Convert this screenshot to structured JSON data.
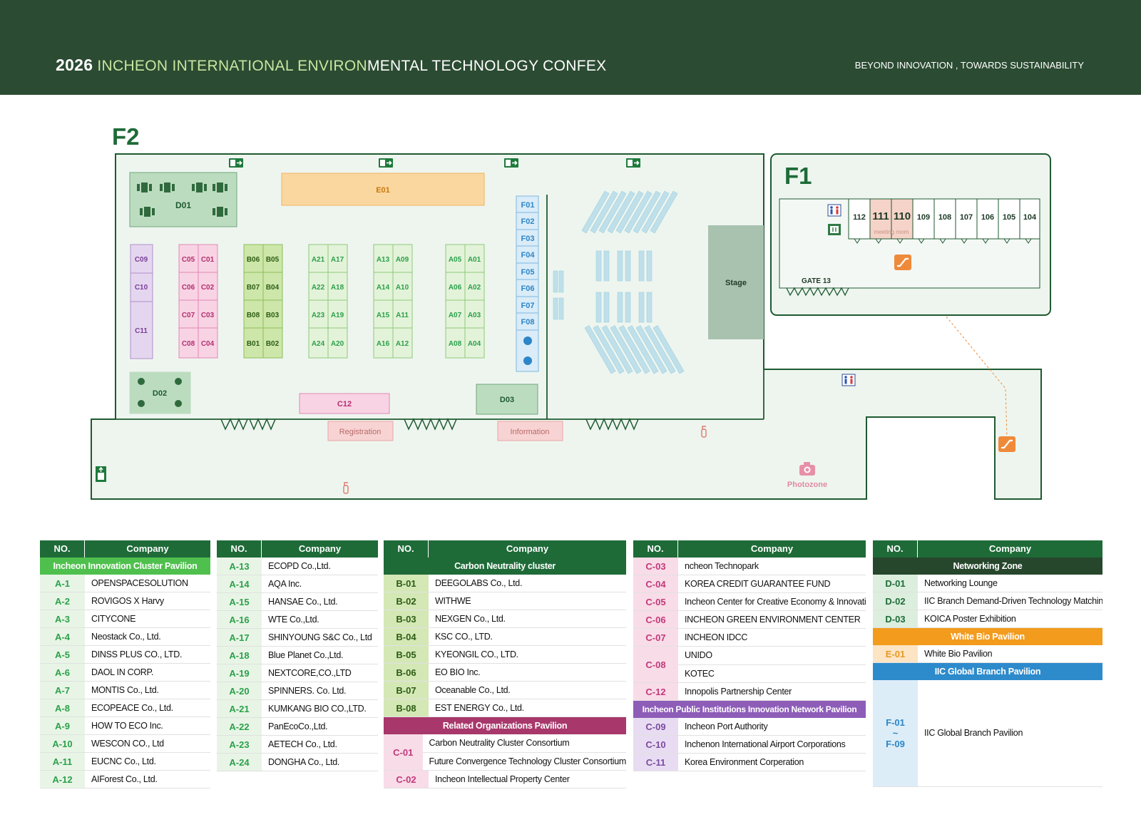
{
  "header": {
    "year": "2026",
    "title_highlight": "INCHEON INTERNATIONAL ENVIRON",
    "title_rest": "MENTAL TECHNOLOGY CONFEX",
    "slogan": "BEYOND INNOVATION , TOWARDS SUSTAINABILITY"
  },
  "map": {
    "floor2_label": "F2",
    "floor1_label": "F1",
    "booths": {
      "d01": "D01",
      "d02": "D02",
      "d03": "D03",
      "e01": "E01",
      "c12": "C12",
      "c09": "C09",
      "c10": "C10",
      "c11": "C11",
      "c05": "C05",
      "c01": "C01",
      "c06": "C06",
      "c02": "C02",
      "c07": "C07",
      "c03": "C03",
      "c08": "C08",
      "c04": "C04",
      "b06": "B06",
      "b05": "B05",
      "b07": "B07",
      "b04": "B04",
      "b08": "B08",
      "b03": "B03",
      "b01": "B01",
      "b02": "B02",
      "a21": "A21",
      "a17": "A17",
      "a22": "A22",
      "a18": "A18",
      "a23": "A23",
      "a19": "A19",
      "a24": "A24",
      "a20": "A20",
      "a13": "A13",
      "a09": "A09",
      "a14": "A14",
      "a10": "A10",
      "a15": "A15",
      "a11": "A11",
      "a16": "A16",
      "a12": "A12",
      "a05": "A05",
      "a01": "A01",
      "a06": "A06",
      "a02": "A02",
      "a07": "A07",
      "a03": "A03",
      "a08": "A08",
      "a04": "A04",
      "f01": "F01",
      "f02": "F02",
      "f03": "F03",
      "f04": "F04",
      "f05": "F05",
      "f06": "F06",
      "f07": "F07",
      "f08": "F08"
    },
    "stage": "Stage",
    "registration": "Registration",
    "information": "Information",
    "photozone": "Photozone",
    "gate13": "GATE 13",
    "meeting_room": "meeting room",
    "rooms": {
      "r112": "112",
      "r111": "111",
      "r110": "110",
      "r109": "109",
      "r108": "108",
      "r107": "107",
      "r106": "106",
      "r105": "105",
      "r104": "104"
    }
  },
  "colors": {
    "header_bg": "#2b4b32",
    "highlight": "#c8e6a0",
    "floor_fill": "#eef5ef",
    "floor_stroke": "#1e5a30",
    "booth_a": "#e3f3d9",
    "booth_b": "#cde6a9",
    "booth_c_pink": "#f8d3e4",
    "booth_c_purple": "#e4d6ef",
    "booth_f": "#d9ecf8",
    "booth_e": "#fbd7a0",
    "stage": "#a9c2b0",
    "orange": "#ef8a3a"
  },
  "legend": {
    "header_no": "NO.",
    "header_company": "Company",
    "col1": {
      "section": "Incheon Innovation Cluster Pavilion",
      "rows": [
        {
          "no": "A-1",
          "company": "OPENSPACESOLUTION"
        },
        {
          "no": "A-2",
          "company": "ROVIGOS X Harvy"
        },
        {
          "no": "A-3",
          "company": "CITYCONE"
        },
        {
          "no": "A-4",
          "company": "Neostack Co., Ltd."
        },
        {
          "no": "A-5",
          "company": "DINSS PLUS CO., LTD."
        },
        {
          "no": "A-6",
          "company": "DAOL IN CORP."
        },
        {
          "no": "A-7",
          "company": "MONTIS Co., Ltd."
        },
        {
          "no": "A-8",
          "company": "ECOPEACE Co., Ltd."
        },
        {
          "no": "A-9",
          "company": "HOW TO ECO Inc."
        },
        {
          "no": "A-10",
          "company": "WESCON CO., Ltd"
        },
        {
          "no": "A-11",
          "company": "EUCNC Co., Ltd."
        },
        {
          "no": "A-12",
          "company": "AIForest Co., Ltd."
        }
      ]
    },
    "col2": {
      "rows": [
        {
          "no": "A-13",
          "company": "ECOPD Co.,Ltd."
        },
        {
          "no": "A-14",
          "company": "AQA Inc."
        },
        {
          "no": "A-15",
          "company": "HANSAE Co., Ltd."
        },
        {
          "no": "A-16",
          "company": "WTE Co.,Ltd."
        },
        {
          "no": "A-17",
          "company": "SHINYOUNG S&C Co., Ltd"
        },
        {
          "no": "A-18",
          "company": "Blue Planet Co.,Ltd."
        },
        {
          "no": "A-19",
          "company": "NEXTCORE,CO.,LTD"
        },
        {
          "no": "A-20",
          "company": "SPINNERS. Co. Ltd."
        },
        {
          "no": "A-21",
          "company": "KUMKANG BIO CO.,LTD."
        },
        {
          "no": "A-22",
          "company": "PanEcoCo.,Ltd."
        },
        {
          "no": "A-23",
          "company": "AETECH Co., Ltd."
        },
        {
          "no": "A-24",
          "company": "DONGHA Co., Ltd."
        }
      ]
    },
    "col3": {
      "section1": "Carbon Neutrality cluster",
      "rows": [
        {
          "no": "B-01",
          "company": "DEEGOLABS Co., Ltd."
        },
        {
          "no": "B-02",
          "company": "WITHWE"
        },
        {
          "no": "B-03",
          "company": "NEXGEN Co., Ltd."
        },
        {
          "no": "B-04",
          "company": "KSC CO., LTD."
        },
        {
          "no": "B-05",
          "company": "KYEONGIL CO., LTD."
        },
        {
          "no": "B-06",
          "company": "EO BIO Inc."
        },
        {
          "no": "B-07",
          "company": "Oceanable Co., Ltd."
        },
        {
          "no": "B-08",
          "company": "EST ENERGY Co., Ltd."
        }
      ],
      "section2": "Related Organizations Pavilion",
      "c01_no": "C-01",
      "c01_a": "Carbon Neutrality Cluster Consortium",
      "c01_b": "Future Convergence Technology Cluster Consortium",
      "c02_no": "C-02",
      "c02": "Incheon Intellectual Property Center"
    },
    "col4": {
      "rows": [
        {
          "no": "C-03",
          "company": "ncheon Technopark"
        },
        {
          "no": "C-04",
          "company": "KOREA CREDIT GUARANTEE FUND"
        },
        {
          "no": "C-05",
          "company": "Incheon Center for Creative Economy & Innovation"
        },
        {
          "no": "C-06",
          "company": "INCHEON GREEN ENVIRONMENT CENTER"
        },
        {
          "no": "C-07",
          "company": "INCHEON IDCC"
        }
      ],
      "c08_no": "C-08",
      "c08_a": "UNIDO",
      "c08_b": "KOTEC",
      "c12_no": "C-12",
      "c12": "Innopolis Partnership Center",
      "section": "Incheon Public Institutions Innovation Network Pavilion",
      "rows2": [
        {
          "no": "C-09",
          "company": "Incheon Port Authority"
        },
        {
          "no": "C-10",
          "company": "Inchenon International Airport Corporations"
        },
        {
          "no": "C-11",
          "company": "Korea Environment Corperation"
        }
      ]
    },
    "col5": {
      "section1": "Networking Zone",
      "rows": [
        {
          "no": "D-01",
          "company": "Networking Lounge"
        },
        {
          "no": "D-02",
          "company": "IIC Branch Demand-Driven Technology Matching"
        },
        {
          "no": "D-03",
          "company": "KOICA Poster Exhibition"
        }
      ],
      "section2": "White Bio Pavilion",
      "e01_no": "E-01",
      "e01": "White Bio Pavilion",
      "section3": "IIC Global Branch Pavilion",
      "f_no_1": "F-01",
      "f_no_sep": "~",
      "f_no_2": "F-09",
      "f_company": "IIC Global Branch Pavilion"
    }
  }
}
